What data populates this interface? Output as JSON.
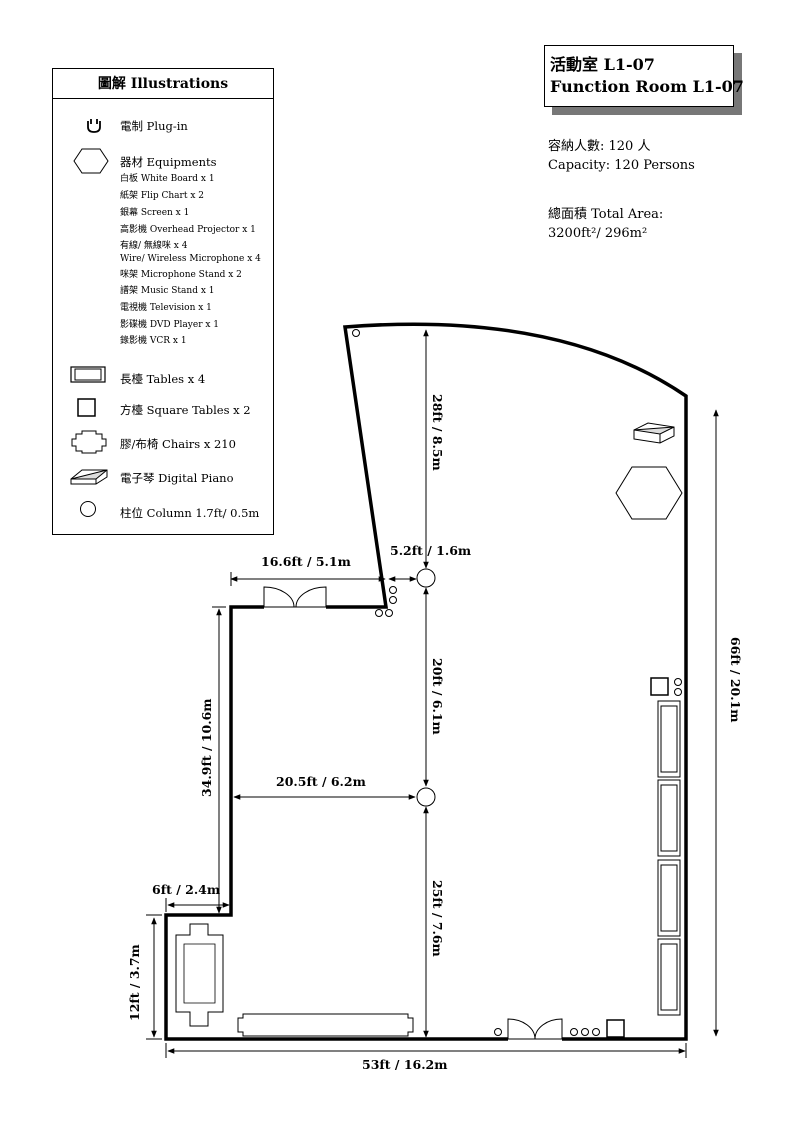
{
  "legend": {
    "title": "圖解 Illustrations",
    "plug": "電制 Plug-in",
    "equipments": "器材 Equipments",
    "equipment_items": [
      "白板 White Board x 1",
      "紙架 Flip Chart x 2",
      "銀幕 Screen x 1",
      "高影機 Overhead Projector x 1",
      "有線/ 無線咪 x 4",
      "Wire/ Wireless Microphone x 4",
      "咪架 Microphone Stand x 2",
      "譜架 Music Stand x 1",
      "電視機 Television x 1",
      "影碟機 DVD Player x 1",
      "錄影機 VCR x 1"
    ],
    "tables": "長檯 Tables x 4",
    "square_tables": "方檯 Square Tables x 2",
    "chairs": "膠/布椅 Chairs x 210",
    "piano": "電子琴 Digital Piano",
    "column": "柱位 Column 1.7ft/ 0.5m"
  },
  "title": {
    "line1": "活動室 L1-07",
    "line2": "Function Room L1-07"
  },
  "capacity": {
    "zh": "容納人數: 120 人",
    "en": "Capacity: 120 Persons"
  },
  "area": {
    "label": "總面積 Total Area:",
    "value": "3200ft²/ 296m²"
  },
  "dimensions": {
    "top_vertical": "28ft / 8.5m",
    "column_offset": "5.2ft / 1.6m",
    "left_wall_top": "16.6ft / 5.1m",
    "mid_vertical": "20ft / 6.1m",
    "left_wall_height": "34.9ft / 10.6m",
    "mid_horizontal": "20.5ft / 6.2m",
    "right_height": "66ft / 20.1m",
    "step_width": "6ft / 2.4m",
    "bottom_vertical": "25ft / 7.6m",
    "bottom_left_height": "12ft / 3.7m",
    "bottom_width": "53ft / 16.2m"
  }
}
